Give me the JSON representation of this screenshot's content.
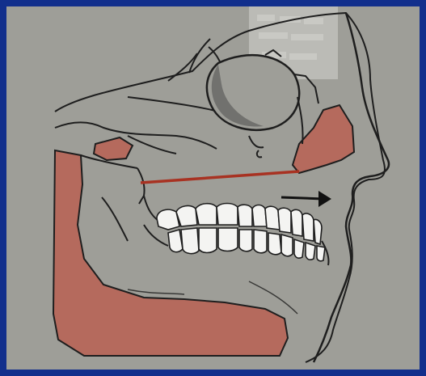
{
  "figure": {
    "colors": {
      "frame": "#122f8c",
      "background": "#9e9e98",
      "highlight": "#b56a5d",
      "outline": "#1e1e1e",
      "teeth": "#f4f4f2",
      "arrow": "#111111",
      "text_smudge": "#d8d8d4"
    },
    "elements": [
      "skull-outline",
      "orbit",
      "nasal-region",
      "maxilla-highlight",
      "mandible-highlight",
      "upper-teeth",
      "lower-teeth",
      "occlusal-line",
      "forward-arrow",
      "face-profile"
    ]
  }
}
